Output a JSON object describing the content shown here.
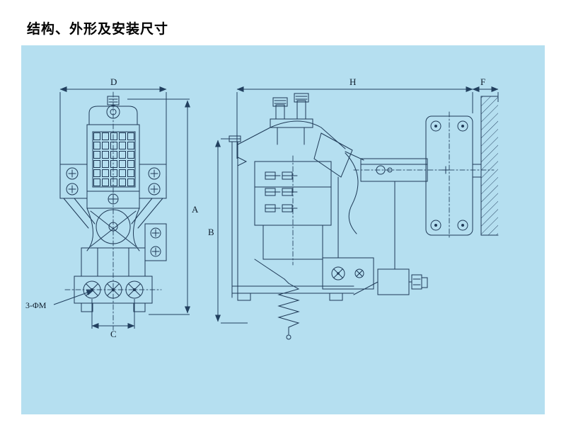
{
  "page": {
    "title": "结构、外形及安装尺寸"
  },
  "colors": {
    "panel_bg": "#b5dff0",
    "line": "#1f3a57",
    "title_text": "#000000"
  },
  "diagram": {
    "labels": {
      "dim_d": "D",
      "dim_a": "A",
      "dim_c": "C",
      "dim_b": "B",
      "dim_h": "H",
      "dim_f": "F",
      "hole_note": "3-ΦM"
    }
  }
}
